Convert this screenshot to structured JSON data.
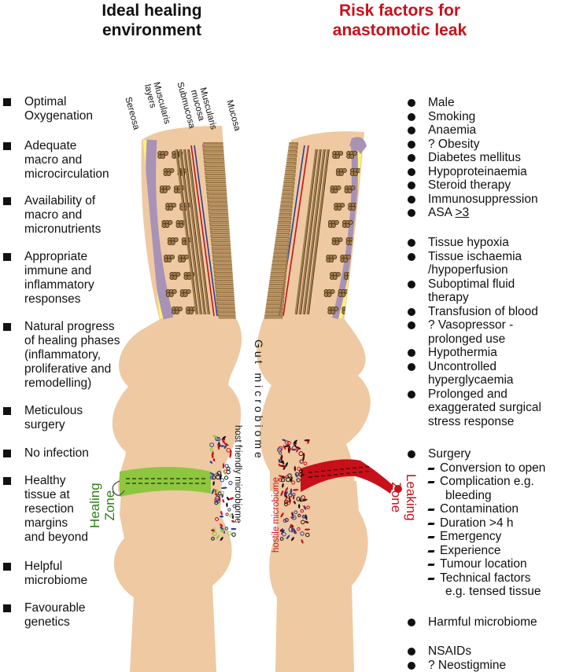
{
  "headers": {
    "left": [
      "Ideal healing",
      "environment"
    ],
    "right": [
      "Risk factors for",
      "anastomotic leak"
    ]
  },
  "layers": [
    [
      "Sereosa"
    ],
    [
      "Muscularis",
      "layers"
    ],
    [
      "Submucosa"
    ],
    [
      "Muscularis",
      "mucosa"
    ],
    [
      "Mucosa"
    ]
  ],
  "left_items": [
    [
      "Optimal",
      "Oxygenation"
    ],
    [
      "Adequate",
      "macro and",
      "microcirculation"
    ],
    [
      "Availability of",
      "macro and",
      "micronutrients"
    ],
    [
      "Appropriate",
      "immune and",
      "inflammatory",
      "responses"
    ],
    [
      "Natural progress",
      "of healing phases",
      "(inflammatory,",
      "proliferative and",
      "remodelling)"
    ],
    [
      "Meticulous",
      "surgery"
    ],
    [
      "No infection"
    ],
    [
      "Healthy",
      "tissue at",
      "resection",
      "margins",
      "and beyond"
    ],
    [
      "Helpful",
      "microbiome"
    ],
    [
      "Favourable",
      "genetics"
    ]
  ],
  "right_groups": {
    "patient": [
      "Male",
      "Smoking",
      "Anaemia",
      "? Obesity",
      "Diabetes mellitus",
      "Hypoproteinaemia",
      "Steroid therapy",
      "Immunosuppression"
    ],
    "asa_prefix": "ASA ",
    "asa_value": ">3",
    "perioperative": [
      [
        "Tissue hypoxia"
      ],
      [
        "Tissue ischaemia",
        "/hypoperfusion"
      ],
      [
        "Suboptimal fluid",
        "therapy"
      ],
      [
        "Transfusion of blood"
      ],
      [
        "? Vasopressor -",
        "prolonged use"
      ],
      [
        "Hypothermia"
      ],
      [
        "Uncontrolled",
        "hyperglycaemia"
      ],
      [
        "Prolonged and",
        "exaggerated surgical",
        "stress response"
      ]
    ],
    "surgery_title": "Surgery",
    "surgery_sub": [
      [
        "Conversion to open"
      ],
      [
        "Complication e.g.",
        "bleeding"
      ],
      [
        "Contamination"
      ],
      [
        "Duration >4 h"
      ],
      [
        "Emergency"
      ],
      [
        "Experience"
      ],
      [
        "Tumour location"
      ],
      [
        "Technical factors",
        "e.g. tensed tissue"
      ]
    ],
    "microbiome": "Harmful microbiome",
    "drugs": [
      "NSAIDs",
      "? Neostigmine"
    ]
  },
  "labels": {
    "gut": "Gut microbiome",
    "host_friendly": "host friendly microbiome",
    "hostile": "hostile microbiome",
    "healing_zone": [
      "Healing",
      "Zone"
    ],
    "leaking_zone": [
      "Leaking",
      "Zone"
    ]
  },
  "colors": {
    "tissue": "#eec9a2",
    "serosa": "#fbf27a",
    "muscularis_purple": "#a892b6",
    "muscle_cells": "#a07b4a",
    "healing": "#8ec63f",
    "leaking": "#c8101a",
    "left_header": "#111111",
    "right_header": "#c8101a"
  }
}
